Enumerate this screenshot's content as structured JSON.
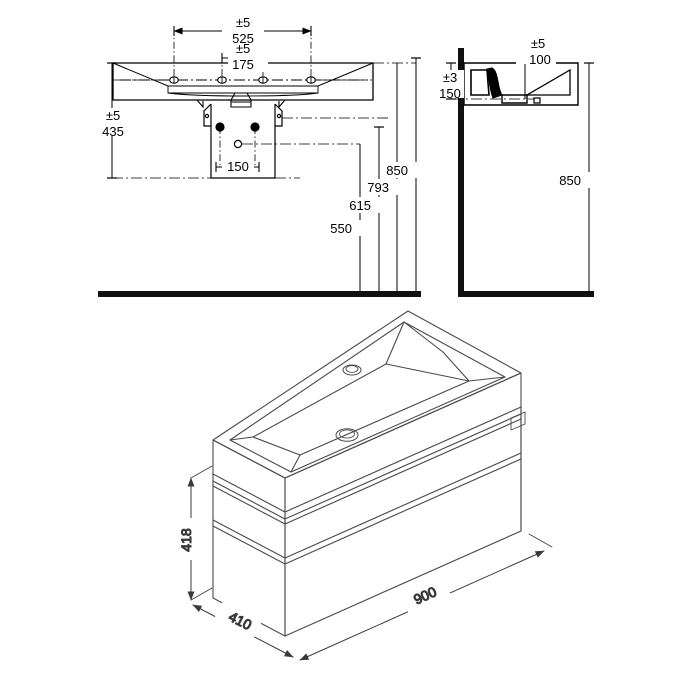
{
  "drawing": {
    "type": "technical-dimension-drawing",
    "subject": "wall-hung washbasin with vanity unit",
    "units": "mm",
    "line_color": "#000000",
    "iso_line_color": "#4a4a4a",
    "background": "#ffffff"
  },
  "front_view": {
    "name": "front elevation",
    "dimensions": {
      "tap_hole_outer": {
        "tolerance": "±5",
        "value": "525"
      },
      "tap_hole_inner": {
        "tolerance": "±5",
        "value": "175"
      },
      "bracket_spacing": {
        "value": "150"
      },
      "basin_underside": {
        "tolerance": "±5",
        "value": "435"
      },
      "chain": [
        {
          "value": "550"
        },
        {
          "value": "615"
        },
        {
          "value": "793"
        },
        {
          "value": "850"
        }
      ]
    },
    "features": {
      "tap_holes_count": 4,
      "supply_points_count": 2,
      "waste_outlet_count": 1
    }
  },
  "side_view": {
    "name": "side section",
    "dimensions": {
      "outlet_offset": {
        "tolerance": "±5",
        "value": "100"
      },
      "waste_height": {
        "tolerance": "±3",
        "value": "150"
      },
      "finished_height": {
        "value": "850"
      }
    }
  },
  "iso_view": {
    "name": "isometric view",
    "dimensions": {
      "unit_height": {
        "value": "418"
      },
      "unit_depth": {
        "value": "410"
      },
      "unit_width": {
        "value": "900"
      }
    },
    "features": {
      "tap_hole": "basin-tap-hole",
      "waste": "basin-waste-outlet",
      "drawer": "single-drawer-front"
    }
  }
}
